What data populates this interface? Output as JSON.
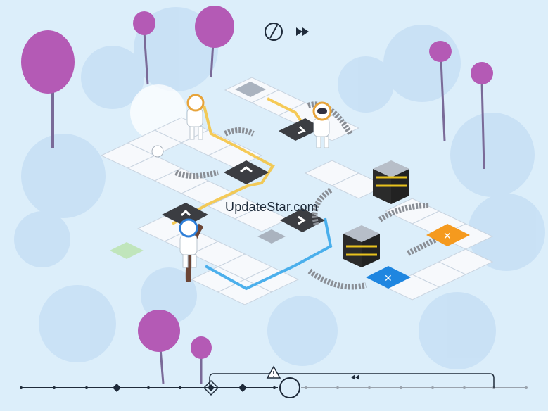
{
  "watermark": "UpdateStar.com",
  "hud": {
    "timer_icon": "stopwatch-icon",
    "fast_forward_icon": "fast-forward-icon"
  },
  "timeline": {
    "warning_icon": "warning-icon",
    "rewind_icon": "rewind-icon",
    "markers": [
      "diamond",
      "diamond",
      "target-diamond",
      "diamond"
    ]
  },
  "colors": {
    "background": "#dceefa",
    "tile": "#f7f9fc",
    "tile_dark": "#3b3d42",
    "path_yellow": "#f5c23a",
    "path_blue": "#3aa7ea",
    "button_orange": "#f59a1e",
    "button_blue": "#1f86e0",
    "tree_pink": "#b45ab5"
  }
}
